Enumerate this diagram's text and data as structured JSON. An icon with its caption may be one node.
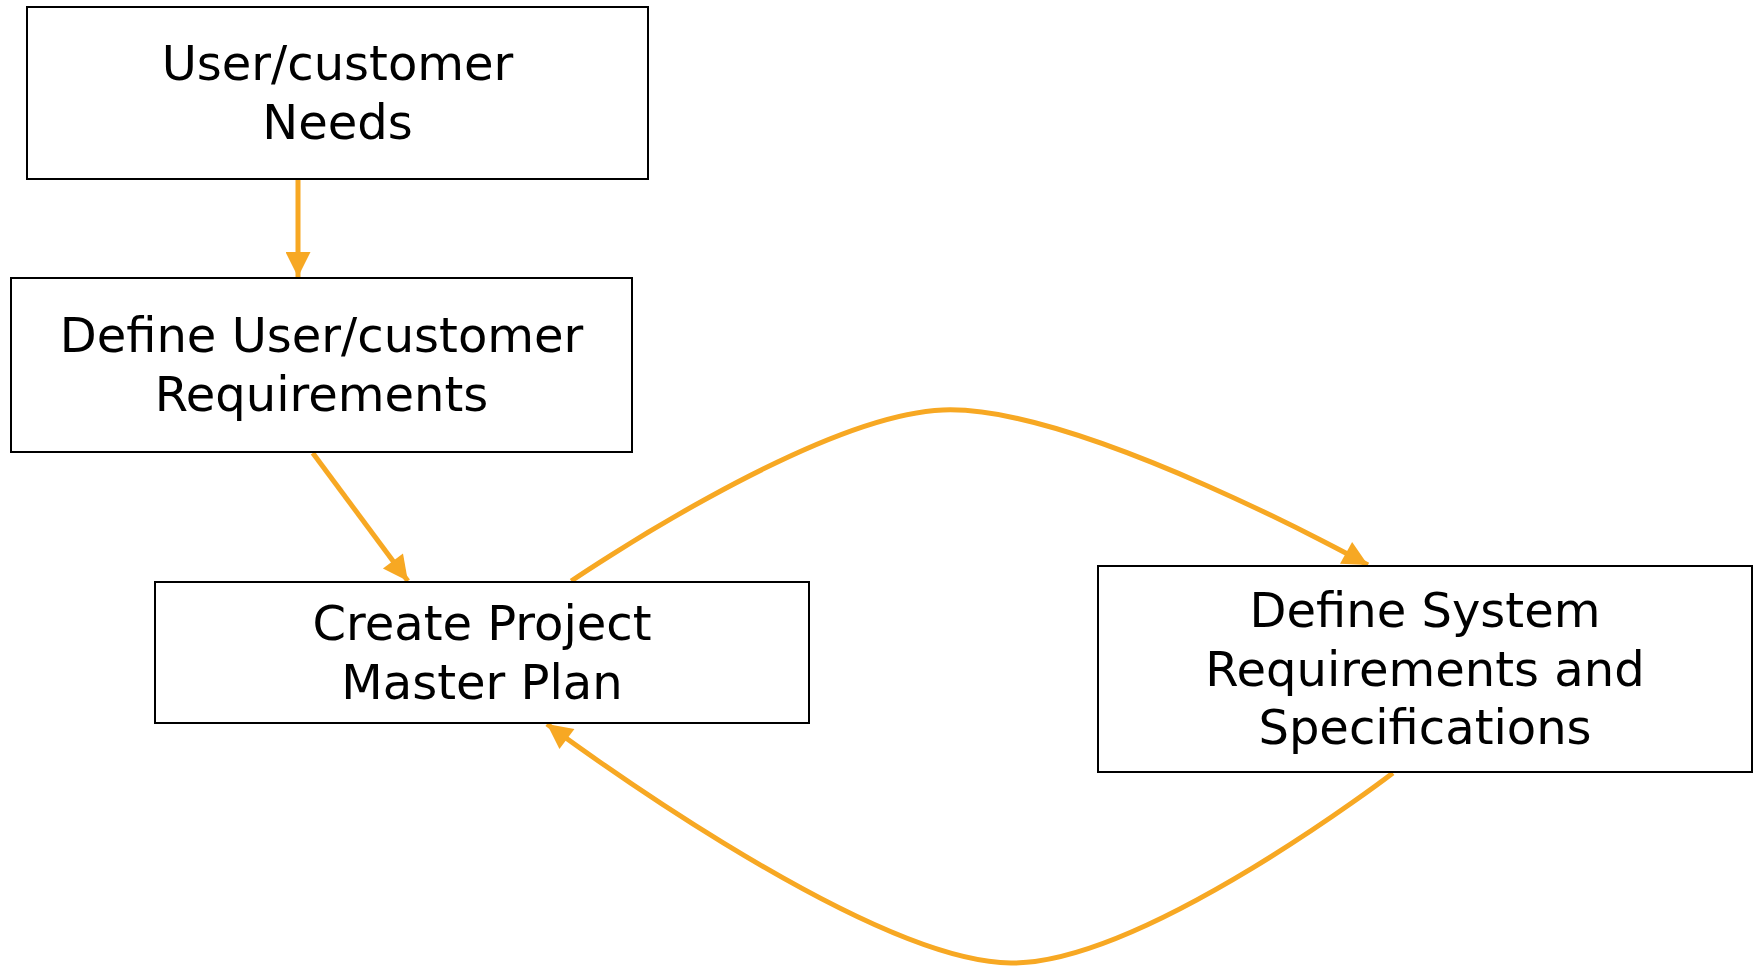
{
  "diagram": {
    "nodes": [
      {
        "text": [
          "User/customer Needs"
        ]
      },
      {
        "text": [
          "Define User/customer Requirements"
        ]
      },
      {
        "text": [
          "Create Project Master Plan"
        ]
      },
      {
        "text": [
          "Define System Requirements and Specifications"
        ]
      }
    ],
    "edges": [
      {
        "from": 0,
        "to": 1,
        "arrow": "to"
      },
      {
        "from": 1,
        "to": 2,
        "arrow": "to"
      },
      {
        "from": 2,
        "to": 3,
        "arrow": "to"
      },
      {
        "from": 3,
        "to": 2,
        "arrow": "to"
      }
    ]
  }
}
